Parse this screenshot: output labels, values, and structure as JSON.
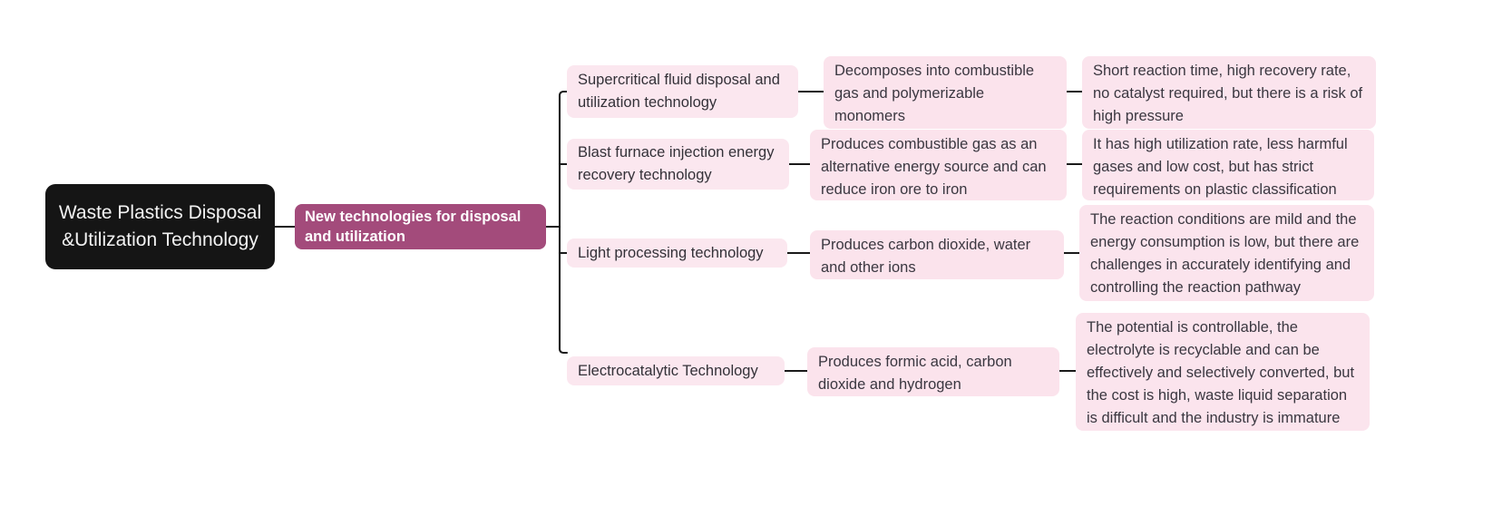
{
  "diagram": {
    "kind": "mind-map",
    "colors": {
      "root_bg": "#151515",
      "root_text": "#f2f2f2",
      "level2_bg": "#a34b7b",
      "level2_text": "#ffffff",
      "level3_bg": "#fbe7ef",
      "leaf_bg": "#fbe4ed",
      "body_text": "#3a3740",
      "connector": "#1a1a1a",
      "canvas_bg": "#ffffff"
    },
    "root": {
      "label": "Waste Plastics Disposal &Utilization Technology"
    },
    "level2": [
      {
        "label": "New technologies for disposal and utilization"
      }
    ],
    "branches": [
      {
        "technology": "Supercritical fluid disposal and utilization technology",
        "product": "Decomposes into combustible gas and polymerizable monomers",
        "assessment": "Short reaction time, high recovery rate, no catalyst required, but there is a risk of high pressure"
      },
      {
        "technology": "Blast furnace injection energy recovery technology",
        "product": "Produces combustible gas as an alternative energy source and can reduce iron ore to iron",
        "assessment": "It has high utilization rate, less harmful gases and low cost, but has strict requirements on plastic classification"
      },
      {
        "technology": "Light processing technology",
        "product": "Produces carbon dioxide, water and other ions",
        "assessment": "The reaction conditions are mild and the energy consumption is low, but there are challenges in accurately identifying and controlling the reaction pathway"
      },
      {
        "technology": "Electrocatalytic Technology",
        "product": "Produces formic acid, carbon dioxide and hydrogen",
        "assessment": "The potential is controllable, the electrolyte is recyclable and can be effectively and selectively converted, but the cost is high, waste liquid separation is difficult and the industry is immature"
      }
    ]
  }
}
